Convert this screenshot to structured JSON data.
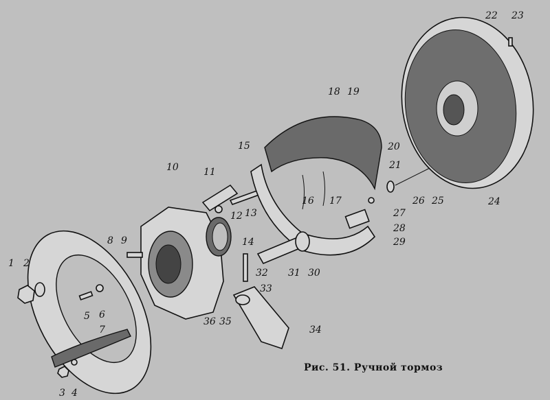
{
  "figure": {
    "caption": "Рис. 51. Ручной тормоз",
    "part_labels": [
      "1",
      "2",
      "3",
      "4",
      "5",
      "6",
      "7",
      "8",
      "9",
      "10",
      "11",
      "12",
      "13",
      "14",
      "15",
      "16",
      "17",
      "18",
      "19",
      "20",
      "21",
      "22",
      "23",
      "24",
      "25",
      "26",
      "27",
      "28",
      "29",
      "30",
      "31",
      "32",
      "33",
      "34",
      "35",
      "36"
    ]
  }
}
